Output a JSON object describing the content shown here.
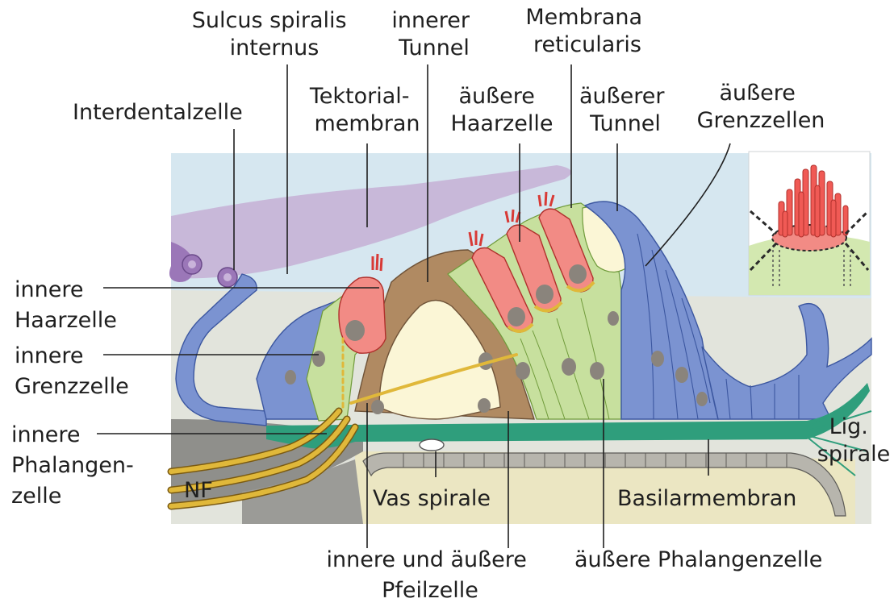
{
  "labels": {
    "sulcus": [
      "Sulcus spiralis",
      "internus"
    ],
    "inner_tunnel": [
      "innerer",
      "Tunnel"
    ],
    "membrana_reticularis": [
      "Membrana",
      "reticularis"
    ],
    "interdental": "Interdentalzelle",
    "tectorial": [
      "Tektorial-",
      "membran"
    ],
    "outer_hair": [
      "äußere",
      "Haarzelle"
    ],
    "outer_tunnel": [
      "äußerer",
      "Tunnel"
    ],
    "outer_border": [
      "äußere",
      "Grenzzellen"
    ],
    "inner_hair": [
      "innere",
      "Haarzelle"
    ],
    "inner_border": [
      "innere",
      "Grenzzelle"
    ],
    "inner_phalangeal": [
      "innere",
      "Phalangen-",
      "zelle"
    ],
    "nf": "NF",
    "vas_spirale": "Vas spirale",
    "basilar": "Basilarmembran",
    "lig_spirale": [
      "Lig.",
      "spirale"
    ],
    "pillar_cells": [
      "innere und äußere",
      "Pfeilzelle"
    ],
    "outer_phalangeal": "äußere Phalangenzelle"
  },
  "colors": {
    "background_blue": "#d6e7f0",
    "bone_gray": "#8f8f8b",
    "tectorial_purple": "#c7b3d6",
    "interdental_purple": "#9b77b8",
    "border_cell_blue": "#7b93d1",
    "supporting_green": "#c7e09e",
    "hair_cell_red": "#f28b85",
    "pillar_brown": "#b08a62",
    "tunnel_cream": "#fbf6d6",
    "basilar_green": "#2f9e7c",
    "nerve_yellow": "#e0b83a",
    "nucleus_gray": "#8a847c"
  }
}
